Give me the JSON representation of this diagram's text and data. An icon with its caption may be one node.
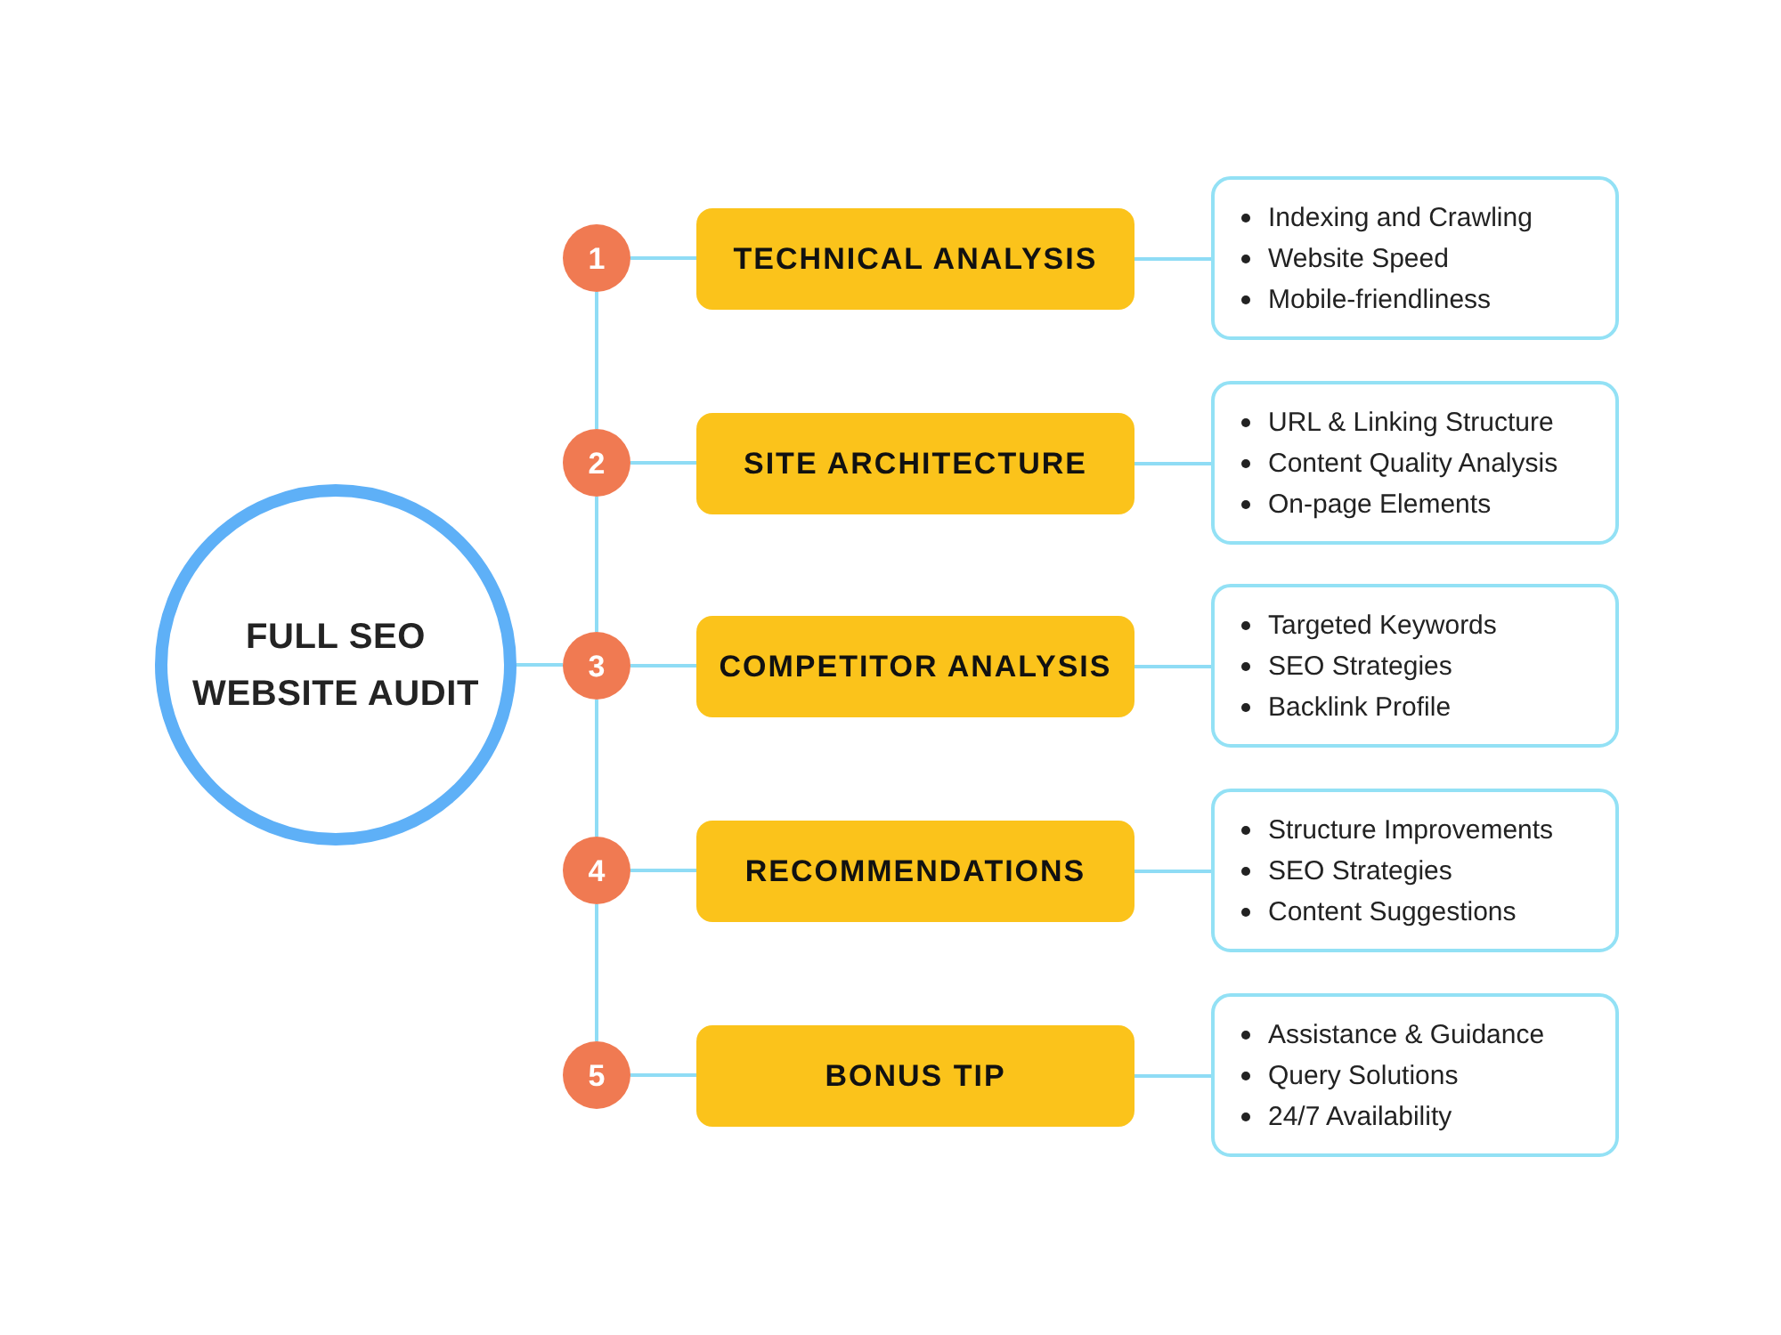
{
  "diagram": {
    "nodes": [
      {
        "text": [
          "FULL SEO WEBSITE AUDIT"
        ]
      },
      {
        "text": [
          "1"
        ]
      },
      {
        "text": [
          "TECHNICAL ANALYSIS"
        ]
      },
      {
        "text": [
          "Indexing and Crawling",
          "Website Speed",
          "Mobile-friendliness"
        ]
      },
      {
        "text": [
          "2"
        ]
      },
      {
        "text": [
          "SITE ARCHITECTURE"
        ]
      },
      {
        "text": [
          "URL & Linking Structure",
          "Content Quality Analysis",
          "On-page Elements"
        ]
      },
      {
        "text": [
          "3"
        ]
      },
      {
        "text": [
          "COMPETITOR ANALYSIS"
        ]
      },
      {
        "text": [
          "Targeted Keywords",
          "SEO Strategies",
          "Backlink Profile"
        ]
      },
      {
        "text": [
          "4"
        ]
      },
      {
        "text": [
          "RECOMMENDATIONS"
        ]
      },
      {
        "text": [
          "Structure Improvements",
          "SEO Strategies",
          "Content Suggestions"
        ]
      },
      {
        "text": [
          "5"
        ]
      },
      {
        "text": [
          "BONUS TIP"
        ]
      },
      {
        "text": [
          "Assistance & Guidance",
          "Query Solutions",
          "24/7 Availability"
        ]
      }
    ],
    "edges": [
      {
        "from": 0,
        "to": 7,
        "arrow": "none"
      },
      {
        "from": 1,
        "to": 4,
        "arrow": "none"
      },
      {
        "from": 4,
        "to": 7,
        "arrow": "none"
      },
      {
        "from": 7,
        "to": 10,
        "arrow": "none"
      },
      {
        "from": 10,
        "to": 13,
        "arrow": "none"
      },
      {
        "from": 1,
        "to": 2,
        "arrow": "none"
      },
      {
        "from": 2,
        "to": 3,
        "arrow": "none"
      },
      {
        "from": 4,
        "to": 5,
        "arrow": "none"
      },
      {
        "from": 5,
        "to": 6,
        "arrow": "none"
      },
      {
        "from": 7,
        "to": 8,
        "arrow": "none"
      },
      {
        "from": 8,
        "to": 9,
        "arrow": "none"
      },
      {
        "from": 10,
        "to": 11,
        "arrow": "none"
      },
      {
        "from": 11,
        "to": 12,
        "arrow": "none"
      },
      {
        "from": 13,
        "to": 14,
        "arrow": "none"
      },
      {
        "from": 14,
        "to": 15,
        "arrow": "none"
      }
    ]
  }
}
